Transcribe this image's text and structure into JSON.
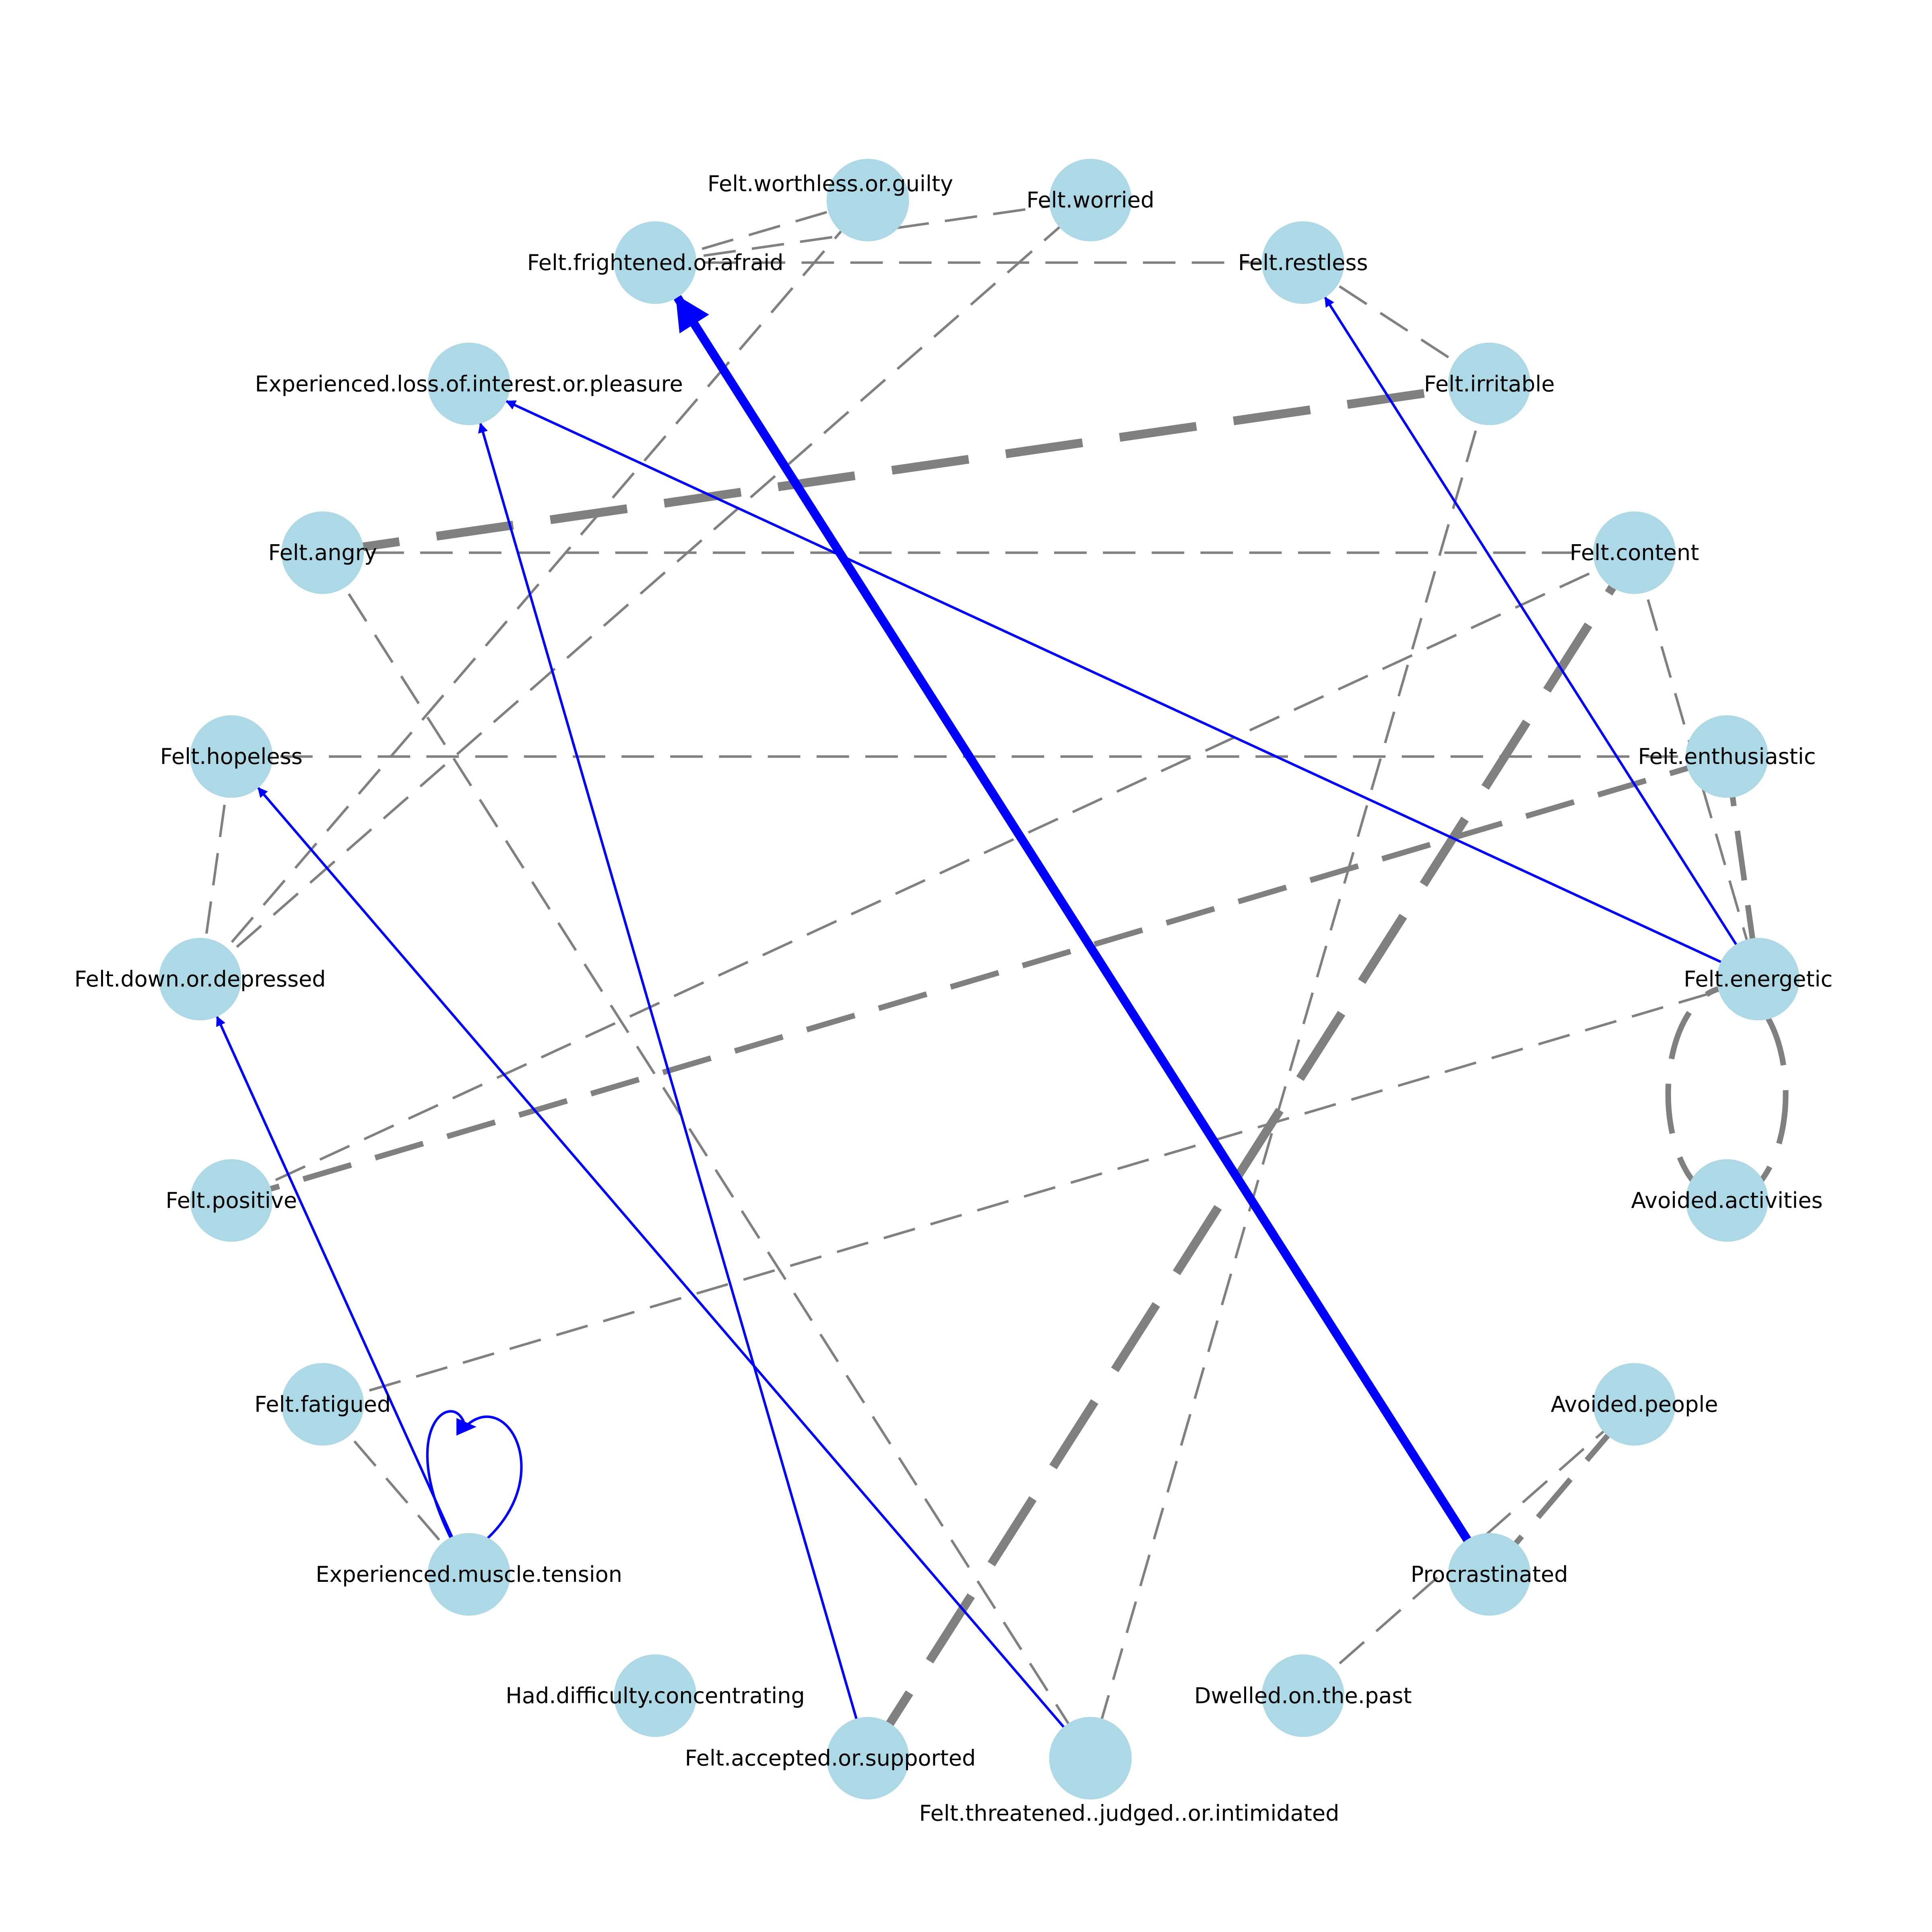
{
  "colors": {
    "node_fill": "#add8e6",
    "undirected_edge": "#808080",
    "directed_edge": "#0000ff",
    "label": "#000000"
  },
  "nodes": [
    {
      "id": "worthless",
      "label": "Felt.worthless.or.guilty"
    },
    {
      "id": "worried",
      "label": "Felt.worried"
    },
    {
      "id": "frightened",
      "label": "Felt.frightened.or.afraid"
    },
    {
      "id": "restless",
      "label": "Felt.restless"
    },
    {
      "id": "loss_interest",
      "label": "Experienced.loss.of.interest.or.pleasure"
    },
    {
      "id": "irritable",
      "label": "Felt.irritable"
    },
    {
      "id": "angry",
      "label": "Felt.angry"
    },
    {
      "id": "content",
      "label": "Felt.content"
    },
    {
      "id": "hopeless",
      "label": "Felt.hopeless"
    },
    {
      "id": "enthusiastic",
      "label": "Felt.enthusiastic"
    },
    {
      "id": "depressed",
      "label": "Felt.down.or.depressed"
    },
    {
      "id": "energetic",
      "label": "Felt.energetic"
    },
    {
      "id": "positive",
      "label": "Felt.positive"
    },
    {
      "id": "avoided_activities",
      "label": "Avoided.activities"
    },
    {
      "id": "fatigued",
      "label": "Felt.fatigued"
    },
    {
      "id": "avoided_people",
      "label": "Avoided.people"
    },
    {
      "id": "muscle_tension",
      "label": "Experienced.muscle.tension"
    },
    {
      "id": "procrastinated",
      "label": "Procrastinated"
    },
    {
      "id": "difficulty_conc",
      "label": "Had.difficulty.concentrating"
    },
    {
      "id": "dwelled",
      "label": "Dwelled.on.the.past"
    },
    {
      "id": "accepted",
      "label": "Felt.accepted.or.supported"
    },
    {
      "id": "threatened",
      "label": "Felt.threatened..judged..or.intimidated"
    }
  ],
  "edges": [
    {
      "from": "frightened",
      "to": "worthless",
      "type": "undirected",
      "weight": "thin"
    },
    {
      "from": "frightened",
      "to": "worried",
      "type": "undirected",
      "weight": "thin"
    },
    {
      "from": "frightened",
      "to": "restless",
      "type": "undirected",
      "weight": "thin"
    },
    {
      "from": "irritable",
      "to": "restless",
      "type": "undirected",
      "weight": "thin"
    },
    {
      "from": "angry",
      "to": "irritable",
      "type": "undirected",
      "weight": "heavy"
    },
    {
      "from": "angry",
      "to": "content",
      "type": "undirected",
      "weight": "thin"
    },
    {
      "from": "angry",
      "to": "threatened",
      "type": "undirected",
      "weight": "thin"
    },
    {
      "from": "hopeless",
      "to": "enthusiastic",
      "type": "undirected",
      "weight": "thin"
    },
    {
      "from": "hopeless",
      "to": "depressed",
      "type": "undirected",
      "weight": "thin"
    },
    {
      "from": "depressed",
      "to": "worthless",
      "type": "undirected",
      "weight": "thin"
    },
    {
      "from": "depressed",
      "to": "worried",
      "type": "undirected",
      "weight": "thin"
    },
    {
      "from": "positive",
      "to": "content",
      "type": "undirected",
      "weight": "thin"
    },
    {
      "from": "positive",
      "to": "enthusiastic",
      "type": "undirected",
      "weight": "medium"
    },
    {
      "from": "content",
      "to": "energetic",
      "type": "undirected",
      "weight": "thin"
    },
    {
      "from": "enthusiastic",
      "to": "energetic",
      "type": "undirected",
      "weight": "medium"
    },
    {
      "from": "fatigued",
      "to": "energetic",
      "type": "undirected",
      "weight": "thin"
    },
    {
      "from": "fatigued",
      "to": "muscle_tension",
      "type": "undirected",
      "weight": "thin"
    },
    {
      "from": "irritable",
      "to": "threatened",
      "type": "undirected",
      "weight": "thin"
    },
    {
      "from": "accepted",
      "to": "content",
      "type": "undirected",
      "weight": "heavy"
    },
    {
      "from": "procrastinated",
      "to": "avoided_people",
      "type": "undirected",
      "weight": "medium"
    },
    {
      "from": "dwelled",
      "to": "avoided_people",
      "type": "undirected",
      "weight": "thin"
    },
    {
      "from": "avoided_activities",
      "to": "avoided_activities",
      "type": "self-undirected",
      "weight": "medium"
    },
    {
      "from": "procrastinated",
      "to": "frightened",
      "type": "directed",
      "weight": "heavy"
    },
    {
      "from": "energetic",
      "to": "loss_interest",
      "type": "directed",
      "weight": "thin"
    },
    {
      "from": "energetic",
      "to": "restless",
      "type": "directed",
      "weight": "thin"
    },
    {
      "from": "accepted",
      "to": "loss_interest",
      "type": "directed",
      "weight": "thin"
    },
    {
      "from": "threatened",
      "to": "hopeless",
      "type": "directed",
      "weight": "thin"
    },
    {
      "from": "muscle_tension",
      "to": "depressed",
      "type": "directed",
      "weight": "thin"
    },
    {
      "from": "muscle_tension",
      "to": "muscle_tension",
      "type": "self-directed",
      "weight": "thin"
    }
  ]
}
